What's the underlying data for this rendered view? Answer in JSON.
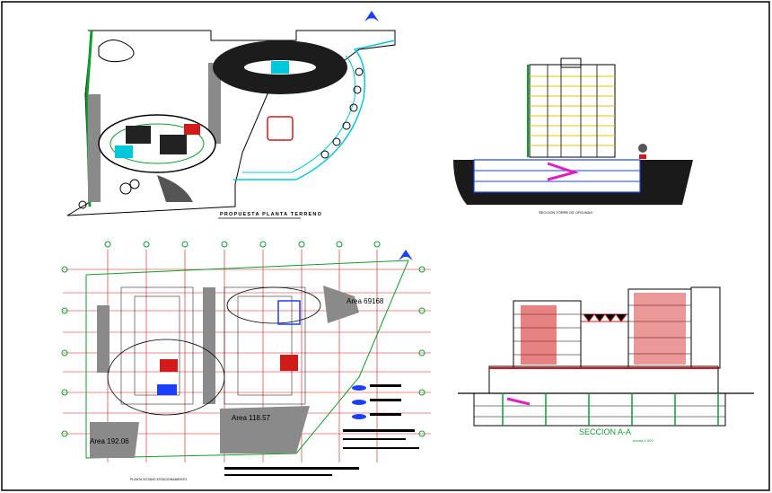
{
  "sheet": {
    "colors": {
      "background": "#ffffff",
      "linework": "#000000",
      "accent_green": "#0f9d2e",
      "accent_red": "#d11b1b",
      "accent_cyan": "#00c8d8",
      "accent_blue": "#1a3fff",
      "accent_magenta": "#e020c0",
      "accent_yellow": "#e8c400",
      "hatch_gray": "#8a8a8a"
    }
  },
  "site_plan": {
    "title": "PROPUESTA PLANTA TERRENO",
    "north_icon": "north-arrow-icon"
  },
  "tower_section": {
    "title": "SECCION TORRE DE OFICINAS"
  },
  "parking_plan": {
    "area_labels": [
      "Area 69168",
      "Area 118.57",
      "Area 192.06"
    ],
    "title": "PLANTA SOTANO ESTACIONAMIENTO",
    "north_icon": "north-arrow-icon"
  },
  "section_aa": {
    "title": "SECCION A-A",
    "scale": "escala 1:500"
  }
}
